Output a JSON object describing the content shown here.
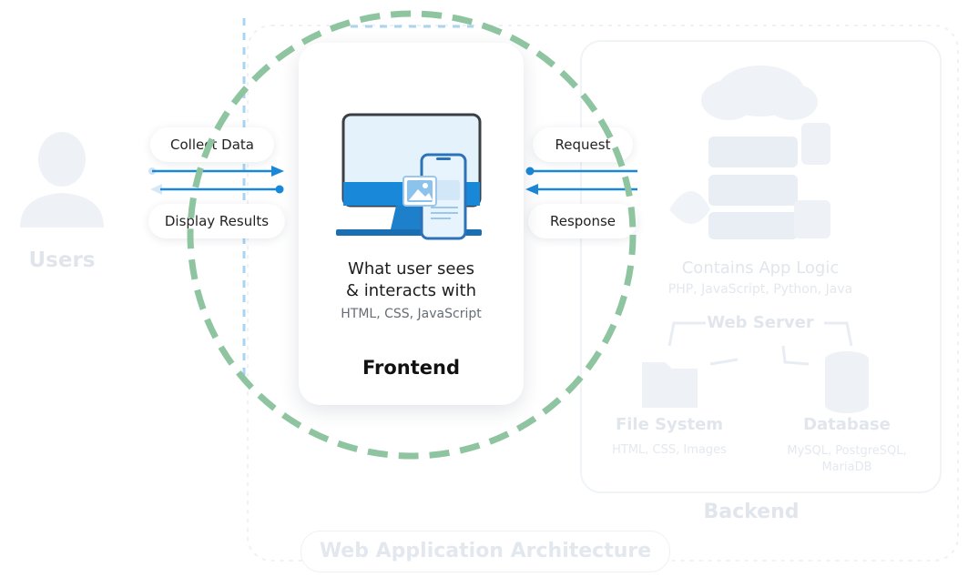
{
  "users": {
    "label": "Users"
  },
  "flows": {
    "collect_data": "Collect Data",
    "display_results": "Display Results",
    "request": "Request",
    "response": "Response"
  },
  "frontend": {
    "description": "What user sees\n& interacts  with",
    "tech": "HTML, CSS, JavaScript",
    "label": "Frontend"
  },
  "backend": {
    "logic_title": "Contains App Logic",
    "logic_tech": "PHP, JavaScript, Python, Java",
    "web_server": "Web Server",
    "file_system": {
      "title": "File System",
      "tech": "HTML, CSS, Images"
    },
    "database": {
      "title": "Database",
      "tech": "MySQL, PostgreSQL,\nMariaDB"
    },
    "label": "Backend"
  },
  "architecture_label": "Web Application Architecture",
  "colors": {
    "accent_blue": "#1a88d8",
    "highlight_green": "#8ec5a0",
    "faded": "#e1e6ec"
  },
  "icons": [
    "user-icon",
    "monitor-phone-icon",
    "cloud-icon",
    "server-icon",
    "folder-icon",
    "database-icon",
    "lock-icon",
    "plant-icon"
  ]
}
